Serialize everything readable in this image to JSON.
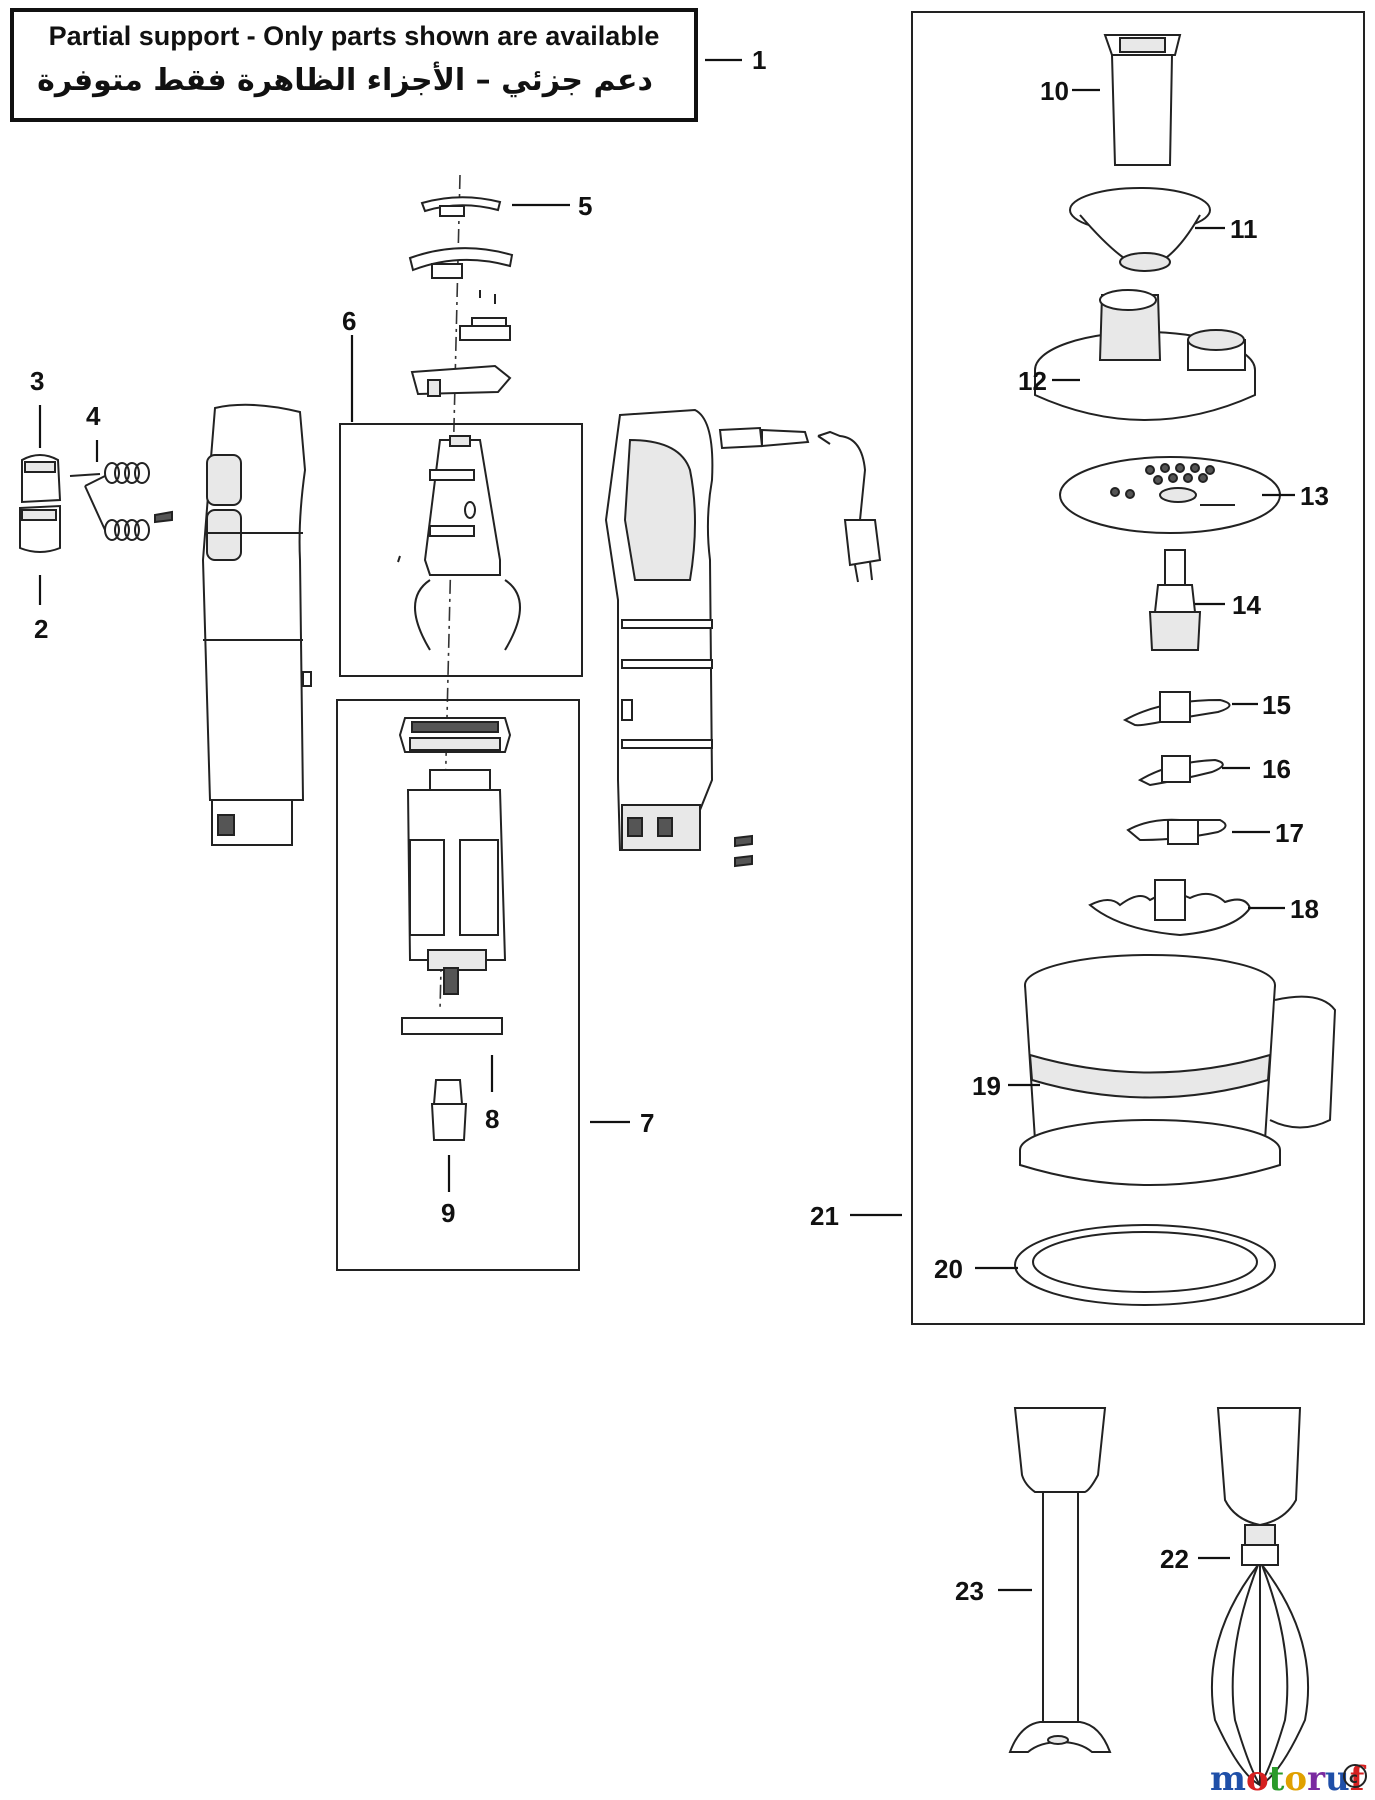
{
  "notice": {
    "english": "Partial support - Only parts shown are available",
    "arabic": "دعم جزئي – الأجزاء الظاهرة فقط متوفرة"
  },
  "part_numbers": {
    "p1": "1",
    "p2": "2",
    "p3": "3",
    "p4": "4",
    "p5": "5",
    "p6": "6",
    "p7": "7",
    "p8": "8",
    "p9": "9",
    "p10": "10",
    "p11": "11",
    "p12": "12",
    "p13": "13",
    "p14": "14",
    "p15": "15",
    "p16": "16",
    "p17": "17",
    "p18": "18",
    "p19": "19",
    "p20": "20",
    "p21": "21",
    "p22": "22",
    "p23": "23"
  },
  "watermark": {
    "text": "motoruf",
    "colors": [
      "#1f4fa8",
      "#d62020",
      "#2a9a2a",
      "#e0a000",
      "#7a2aa0"
    ]
  }
}
